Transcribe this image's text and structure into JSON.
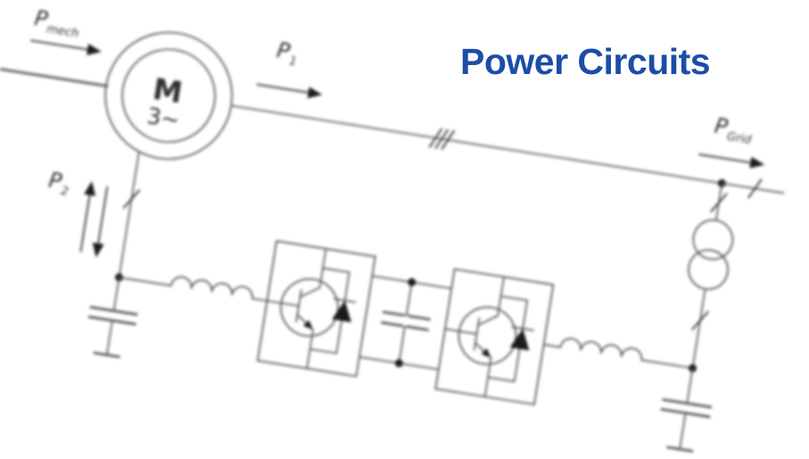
{
  "title": {
    "text": "Power Circuits",
    "color": "#1c4da8"
  },
  "diagram": {
    "machine": {
      "letter": "M",
      "phases": "3∼"
    },
    "power_labels": {
      "mech": {
        "base": "P",
        "sub": "mech"
      },
      "stator": {
        "base": "P",
        "sub": "1"
      },
      "rotor": {
        "base": "P",
        "sub": "2"
      },
      "grid": {
        "base": "P",
        "sub": "Grid"
      }
    },
    "colors": {
      "line": "#555555",
      "accent_dark": "#1a1a1a",
      "title_blue": "#1c4da8"
    }
  }
}
